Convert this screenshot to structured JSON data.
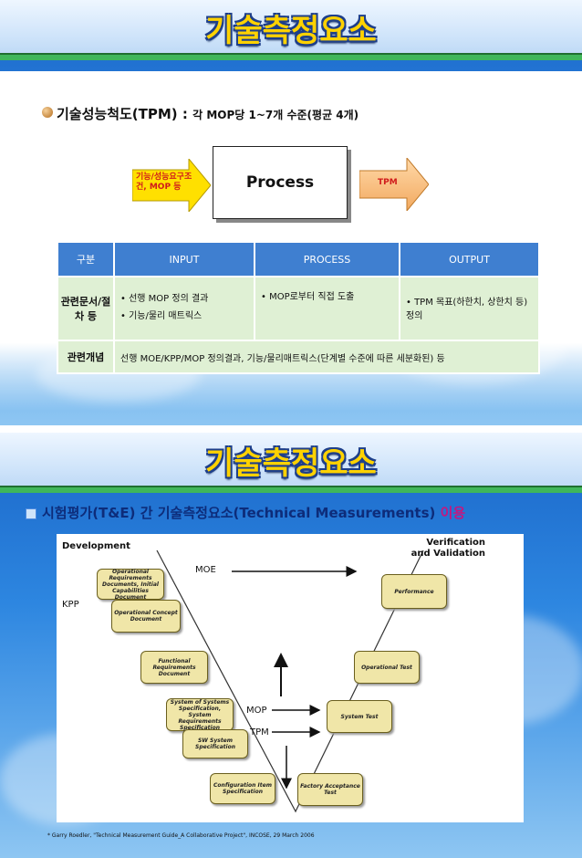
{
  "slide1": {
    "title": "기술측정요소",
    "heading": "기술성능척도(TPM)",
    "heading_sub": "각 MOP당 1~7개 수준(평균 4개)",
    "input_arrow_text": "기능/성능요구조건, MOP 등",
    "process_label": "Process",
    "output_arrow_text": "TPM",
    "table": {
      "headers": [
        "구분",
        "INPUT",
        "PROCESS",
        "OUTPUT"
      ],
      "row1_label": "관련문서/절차 등",
      "row1_input": [
        "• 선행 MOP 정의 결과",
        "• 기능/물리 매트릭스"
      ],
      "row1_process": "• MOP로부터 직접 도출",
      "row1_output": "• TPM 목표(하한치, 상한치 등) 정의",
      "row2_label": "관련개념",
      "row2_text": "선행 MOE/KPP/MOP 정의결과, 기능/물리매트릭스(단계별 수준에 따른 세분화된) 등"
    }
  },
  "slide2": {
    "title": "기술측정요소",
    "heading_part1": "시험평가(T&E) 간 기술측정요소(Technical Measurements)",
    "heading_part2": "이용",
    "diagram": {
      "development": "Development",
      "verification": "Verification and Validation",
      "kpp": "KPP",
      "moe": "MOE",
      "mop": "MOP",
      "tpm": "TPM",
      "left_boxes": [
        "Operational Requirements Documents, Initial Capabilities Document",
        "Operational Concept Document",
        "Functional Requirements Document",
        "System of Systems Specification, System Requirements Specification",
        "SW System Specification",
        "Configuration Item Specification"
      ],
      "right_boxes": [
        "Performance",
        "Operational Test",
        "System Test",
        "Factory Acceptance Test"
      ]
    },
    "footnote": "* Garry Roedler, \"Technical Measurement Guide_A Collaborative Project\", INCOSE, 29 March 2006"
  },
  "colors": {
    "title_yellow": "#ffd200",
    "header_blue": "#3f7fd0",
    "cell_green": "#dff0d4",
    "arrow_yellow": "#ffe000",
    "box_tan": "#f0e6a8"
  }
}
